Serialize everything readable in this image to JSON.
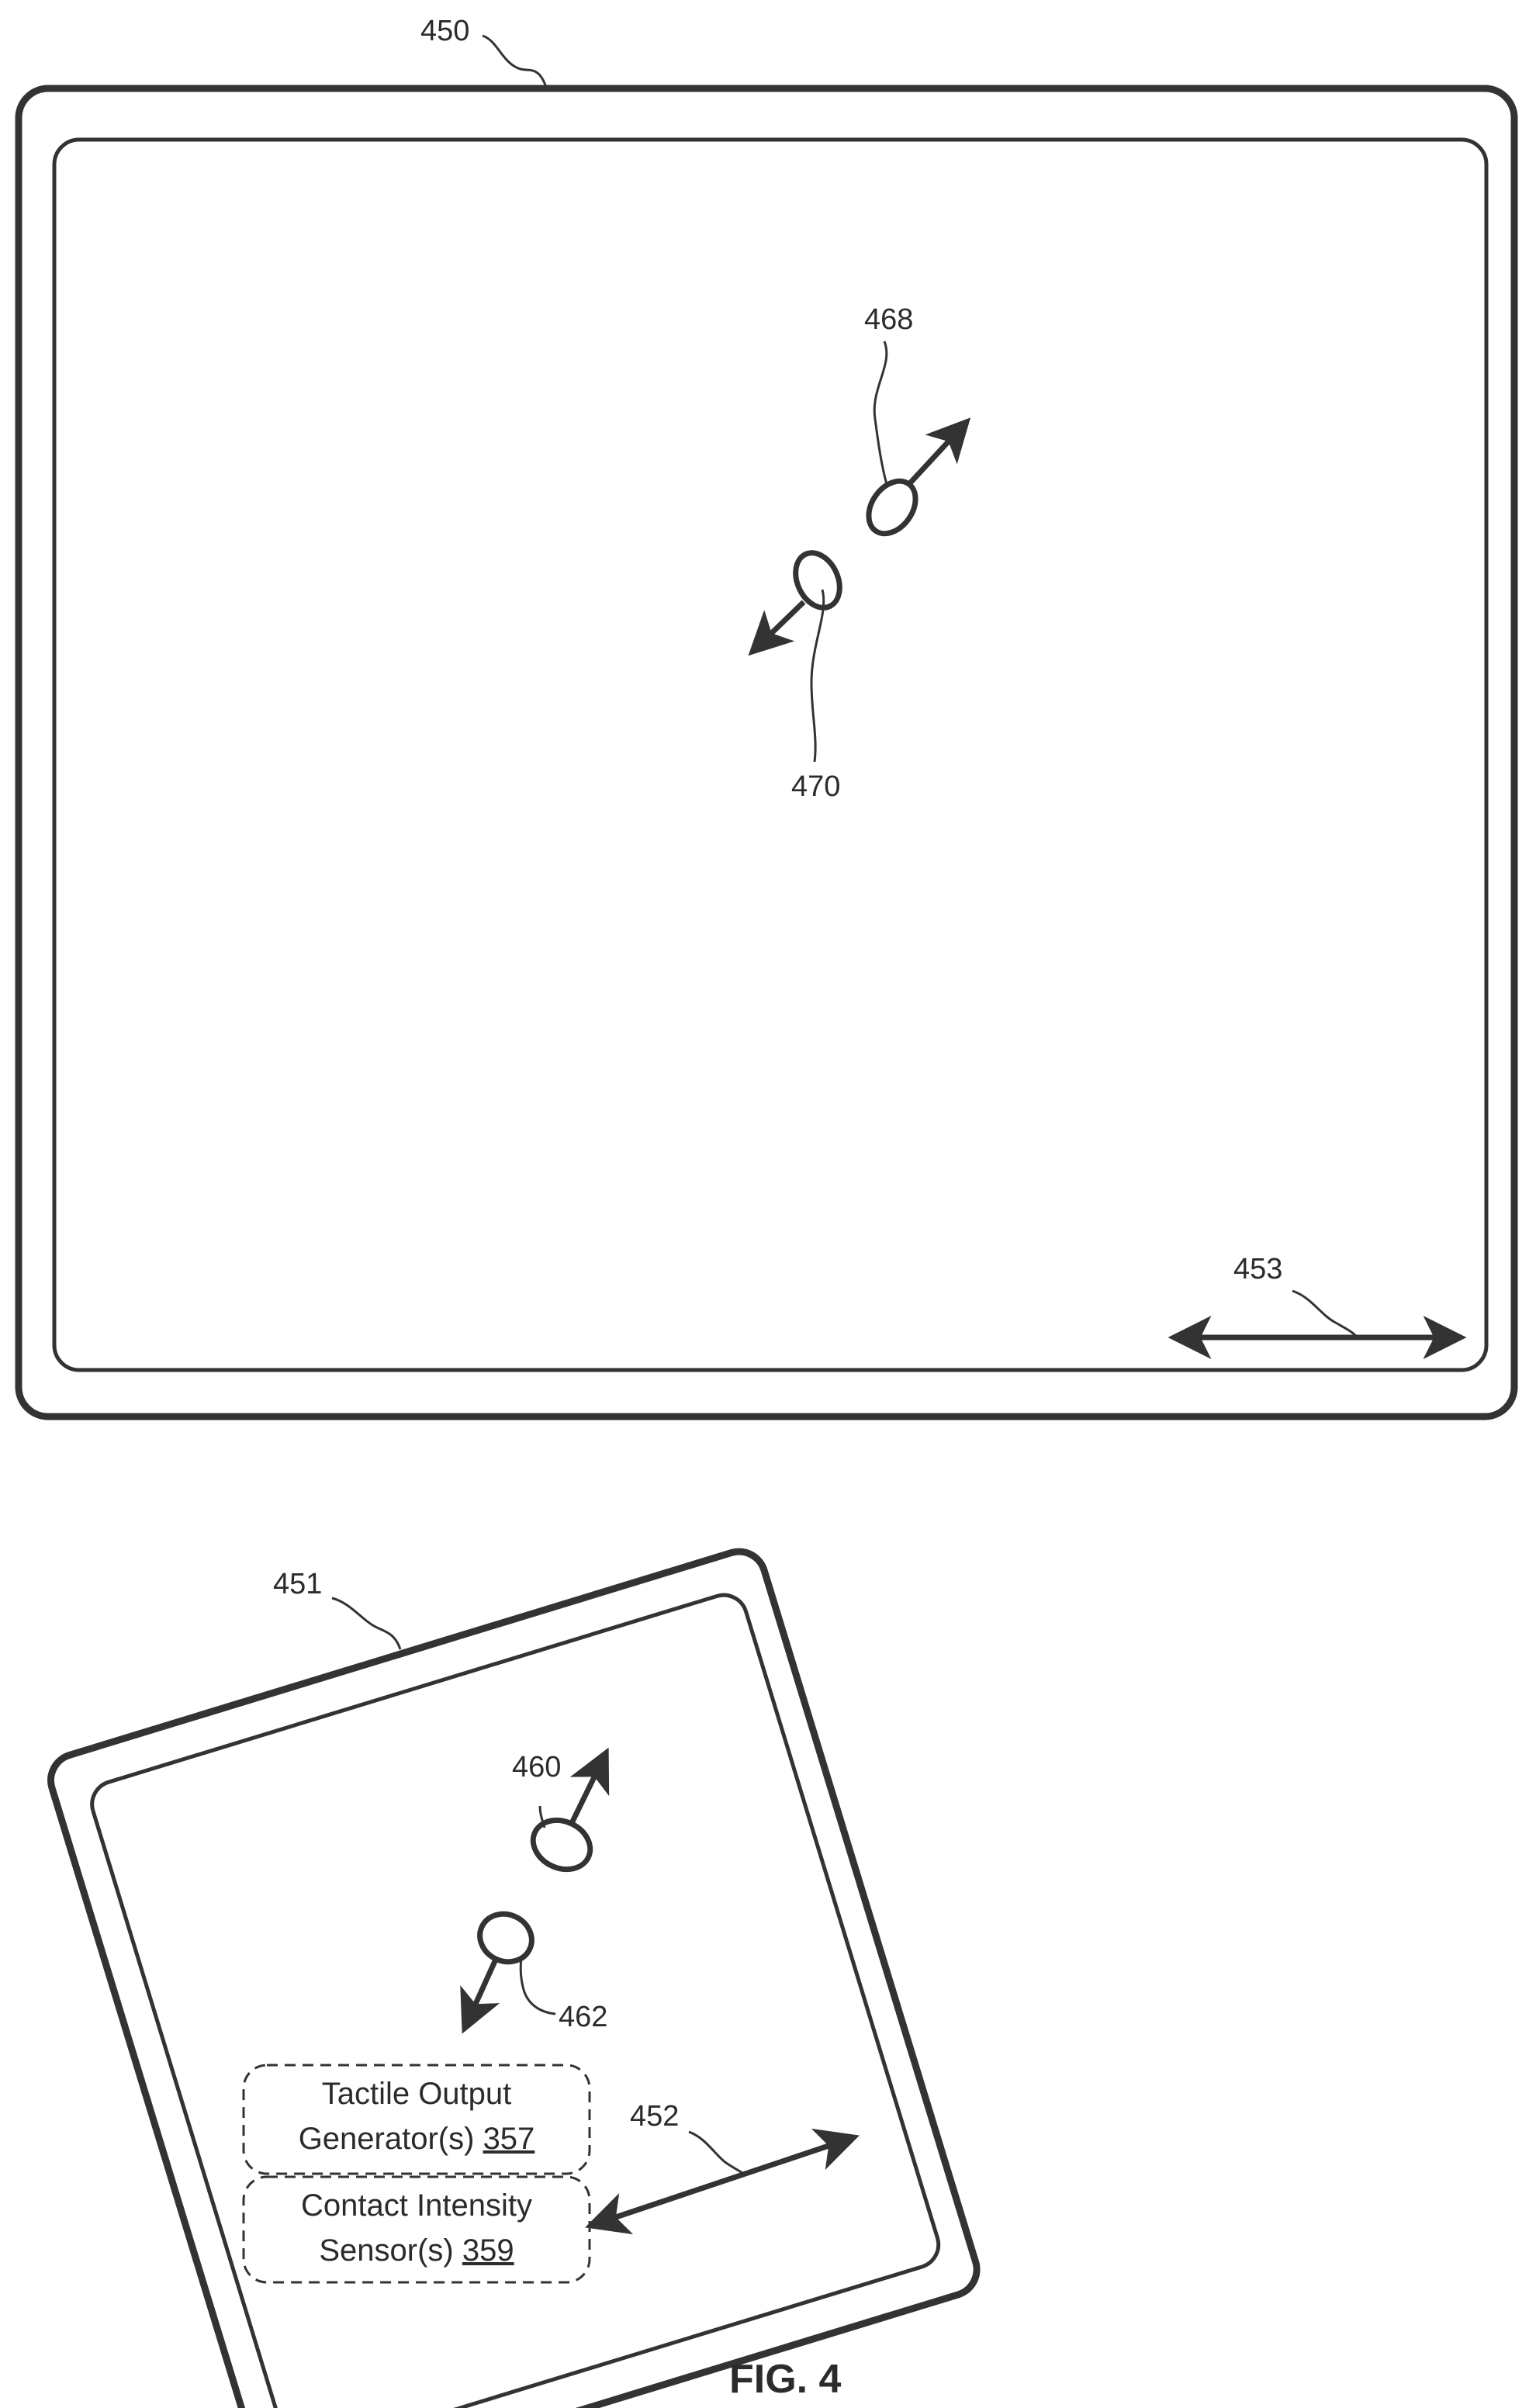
{
  "figure_label": "FIG. 4",
  "display_panel": {
    "ref": "450",
    "contacts": [
      {
        "ref": "468"
      },
      {
        "ref": "470"
      }
    ],
    "axis_ref": "453"
  },
  "touch_surface": {
    "ref": "451",
    "contacts": [
      {
        "ref": "460"
      },
      {
        "ref": "462"
      }
    ],
    "axis_ref": "452",
    "tactile_box": {
      "line1": "Tactile Output",
      "line2": "Generator(s)",
      "number": "357"
    },
    "sensor_box": {
      "line1": "Contact Intensity",
      "line2": "Sensor(s)",
      "number": "359"
    }
  },
  "colors": {
    "stroke": "#333333",
    "text": "#2b2b2b",
    "background": "#ffffff"
  }
}
